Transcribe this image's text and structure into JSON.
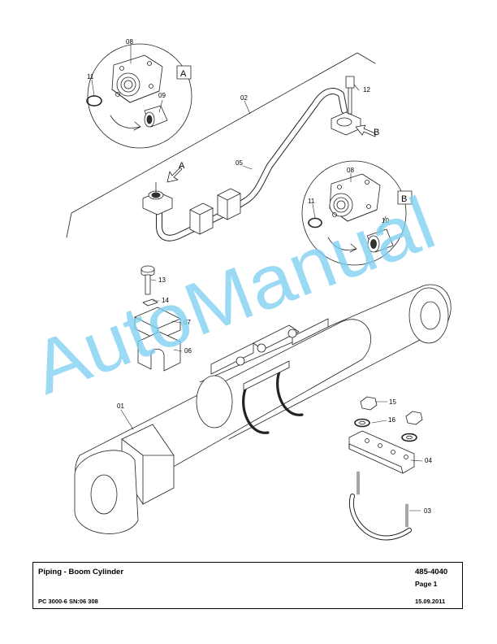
{
  "callouts": {
    "c01": "01",
    "c02": "02",
    "c03": "03",
    "c04": "04",
    "c05": "05",
    "c06": "06",
    "c07": "07",
    "c08a": "08",
    "c08b": "08",
    "c09": "09",
    "c10": "10",
    "c11a": "11",
    "c11b": "11",
    "c12": "12",
    "c13": "13",
    "c14": "14",
    "c15": "15",
    "c16": "16"
  },
  "detail_labels": {
    "a_box": "A",
    "b_box": "B",
    "a_arrow": "A",
    "b_arrow": "B"
  },
  "watermark": {
    "text": "AutoManual",
    "color": "#7fcff1"
  },
  "footer": {
    "title": "Piping - Boom Cylinder",
    "part_no": "485-4040",
    "page": "Page 1",
    "model": "PC 3000-6 SN:06 308",
    "date": "15.09.2011"
  }
}
